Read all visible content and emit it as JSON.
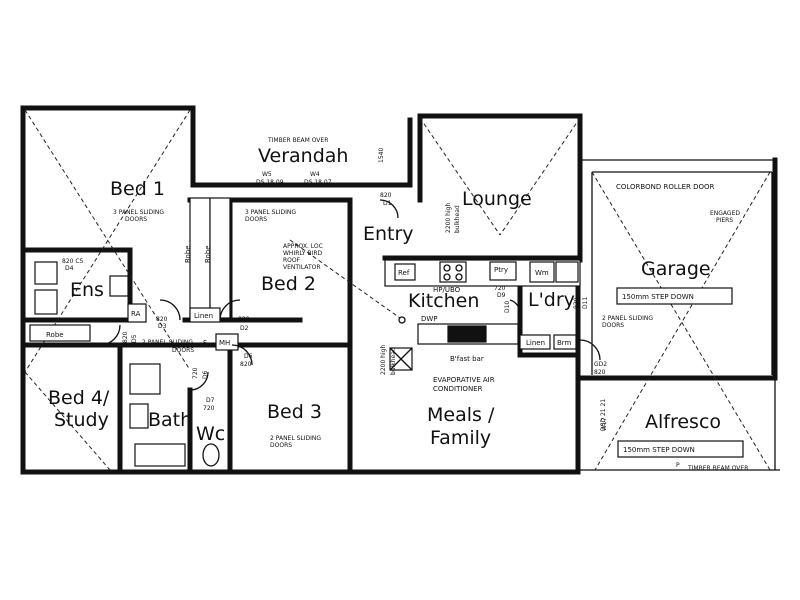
{
  "rooms": {
    "bed1": "Bed 1",
    "verandah": "Verandah",
    "lounge": "Lounge",
    "garage": "Garage",
    "entry": "Entry",
    "bed2": "Bed 2",
    "kitchen": "Kitchen",
    "ldry": "L'dry",
    "ens": "Ens",
    "bed4_line1": "Bed 4/",
    "bed4_line2": "Study",
    "bath": "Bath",
    "wc": "Wc",
    "bed3": "Bed 3",
    "meals_line1": "Meals /",
    "meals_line2": "Family",
    "alfresco": "Alfresco"
  },
  "fixtures": {
    "robe1": "Robe",
    "robe2": "Robe",
    "robe3": "Robe",
    "linen1": "Linen",
    "linen2": "Linen",
    "brm": "Brm",
    "ref": "Ref",
    "hp_ubo": "HP/UBO",
    "ptry": "Ptry",
    "wm": "Wm",
    "ra": "RA",
    "mh": "MH",
    "s": "S",
    "dwp": "DWP",
    "bfast_bar": "B'fast bar"
  },
  "notes": {
    "timber_beam_top": "TIMBER BEAM OVER",
    "timber_beam_bottom": "TIMBER BEAM OVER",
    "w5": "W5",
    "w4": "W4",
    "ds1": "DS 18 09",
    "ds2": "DS 18 07",
    "n1540": "1540",
    "colorbond": "COLORBOND ROLLER DOOR",
    "engaged": "ENGAGED",
    "piers": "PIERS",
    "panel3_bed1_a": "3 PANEL SLIDING",
    "panel3_bed1_b": "DOORS",
    "panel3_bed2": "3 PANEL SLIDING",
    "panel3_bed2_b": "DOORS",
    "whirly_1": "APPROX. LOC",
    "whirly_2": "WHIRLY BIRD",
    "whirly_3": "ROOF",
    "whirly_4": "VENTILATOR",
    "bulkhead_a": "2200 high",
    "bulkhead_b": "bulkhead",
    "bulkhead_c": "2200 high",
    "bulkhead_d": "bulkhead",
    "evap1": "EVAPORATIVE AIR",
    "evap2": "CONDITIONER",
    "panel2_ldry_a": "2 PANEL SLIDING",
    "panel2_ldry_b": "DOORS",
    "panel2_bed4_a": "2 PANEL SLIDING",
    "panel2_bed4_b": "DOORS",
    "panel2_bed3_a": "2 PANEL SLIDING",
    "panel2_bed3_b": "DOORS",
    "step_garage": "150mm STEP DOWN",
    "step_alfresco": "150mm STEP DOWN",
    "d820_1": "820",
    "d1": "D1",
    "d820_c5": "820 C5",
    "d4": "D4",
    "d820_d3": "820",
    "d3": "D3",
    "d820_d2": "820",
    "d2": "D2",
    "d820_d5": "820",
    "d5": "D5",
    "d720_d6": "720",
    "d6": "D6",
    "d6_820_a": "D6",
    "d6_820_b": "820",
    "d7": "D7",
    "d720_d7": "720",
    "d720_d9": "720",
    "d9": "D9",
    "d10": "D10",
    "d820_d11": "820",
    "d11": "D11",
    "gd2": "GD2",
    "gd2_820": "820",
    "dsd": "DSD 21 21",
    "w17": "W17",
    "p": "P"
  }
}
